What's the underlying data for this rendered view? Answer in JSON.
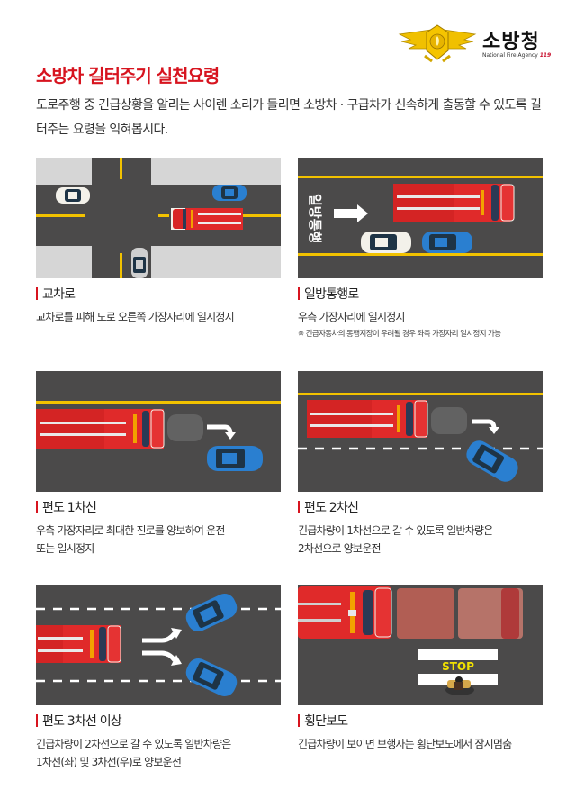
{
  "header": {
    "org_name_ko": "소방청",
    "org_name_en": "National Fire Agency",
    "org_number": "119",
    "emblem_icon": "fire-agency-emblem-icon",
    "title": "소방차 길터주기 실천요령",
    "intro": "도로주행 중 긴급상황을 알리는 사이렌 소리가 들리면 소방차 · 구급차가 신속하게 출동할 수 있도록 길 터주는 요령을 익혀봅시다."
  },
  "colors": {
    "accent_red": "#d7141f",
    "road": "#4b4a4a",
    "sidewalk": "#d6d6d6",
    "lane_yellow": "#f2c200",
    "truck_red": "#e02a2a",
    "car_blue": "#2a7fd0",
    "car_white": "#f3f1ea"
  },
  "sections": [
    {
      "heading": "교차로",
      "description": "교차로를 피해 도로 오른쪽 가장자리에 일시정지",
      "note": "",
      "illustration": "intersection"
    },
    {
      "heading": "일방통행로",
      "description": "우측 가장자리에 일시정지",
      "note": "※ 긴급자동차의 통행지장이 우려될 경우 좌측 가장자리 일시정지 가능",
      "illustration": "one-way-road",
      "road_label": "일방통행"
    },
    {
      "heading": "편도 1차선",
      "description_lines": [
        "우측 가장자리로 최대한 진로를 양보하여 운전",
        "또는 일시정지"
      ],
      "illustration": "one-lane-road"
    },
    {
      "heading": "편도 2차선",
      "description_lines": [
        "긴급차량이 1차선으로 갈 수 있도록 일반차량은",
        "2차선으로 양보운전"
      ],
      "illustration": "two-lane-road"
    },
    {
      "heading": "편도 3차선 이상",
      "description_lines": [
        "긴급차량이 2차선으로 갈 수 있도록 일반차량은",
        "1차선(좌) 및 3차선(우)로 양보운전"
      ],
      "illustration": "three-lane-road"
    },
    {
      "heading": "횡단보도",
      "description": "긴급차량이 보이면 보행자는 횡단보도에서 잠시멈춤",
      "illustration": "crosswalk",
      "stop_label": "STOP"
    }
  ]
}
